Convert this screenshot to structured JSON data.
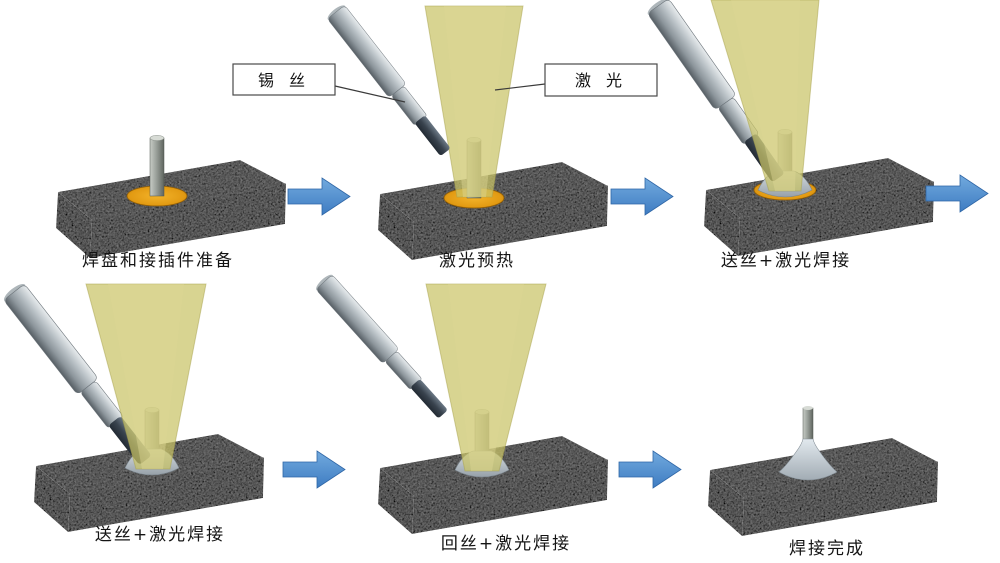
{
  "diagram": "laser-soldering-process",
  "stages": [
    {
      "caption": "焊盘和接插件准备"
    },
    {
      "caption": "激光预热"
    },
    {
      "caption": "送丝+激光焊接"
    },
    {
      "caption": "送丝+激光焊接"
    },
    {
      "caption": "回丝+激光焊接"
    },
    {
      "caption": "焊接完成"
    }
  ],
  "callouts": {
    "solder_wire": "锡 丝",
    "laser": "激 光"
  },
  "colors": {
    "arrow_blue": "#4E86C6",
    "laser_beam_yellow": "#C9C366",
    "pad_orange": "#E8A31E",
    "block_black": "#141414",
    "solder_gray": "#B9C3CC",
    "feeder_tip_dark": "#39434E",
    "background": "#FFFFFF"
  }
}
